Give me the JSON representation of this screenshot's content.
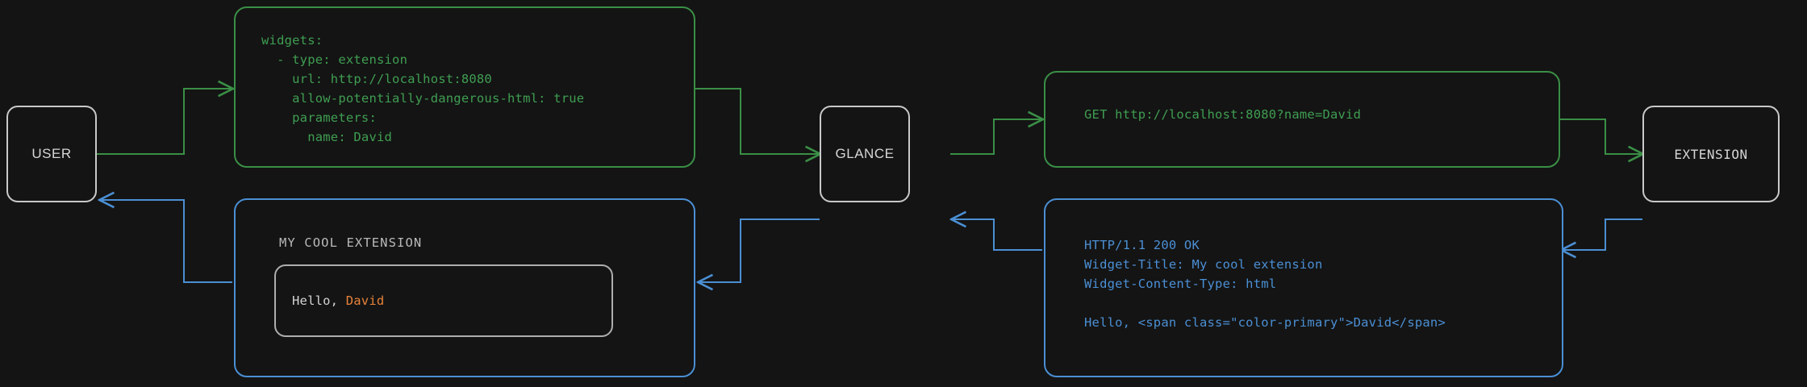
{
  "diagram": {
    "title": "Glance extension widget request flow",
    "background_color": "#141414",
    "colors": {
      "request_flow": "#3a8f46",
      "response_flow": "#4b8fd4",
      "node_border": "#c9c9c9",
      "accent_primary": "#e8833a",
      "widget_border": "#aeaeae"
    }
  },
  "nodes": {
    "user": {
      "label": "USER"
    },
    "glance": {
      "label": "GLANCE"
    },
    "extension": {
      "label": "EXTENSION"
    }
  },
  "panels": {
    "config": {
      "name": "widget-config-yaml",
      "color": "#3a8f46",
      "lines": [
        "widgets:",
        "  - type: extension",
        "    url: http://localhost:8080",
        "    allow-potentially-dangerous-html: true",
        "    parameters:",
        "      name: David"
      ]
    },
    "request": {
      "name": "http-request",
      "color": "#3a8f46",
      "lines": [
        "GET http://localhost:8080?name=David"
      ]
    },
    "response": {
      "name": "http-response",
      "color": "#4b8fd4",
      "lines": [
        "HTTP/1.1 200 OK",
        "Widget-Title: My cool extension",
        "Widget-Content-Type: html",
        "",
        "Hello, <span class=\"color-primary\">David</span>"
      ]
    },
    "rendered_widget": {
      "name": "rendered-widget-preview",
      "color": "#4b8fd4",
      "widget_title": "MY COOL EXTENSION",
      "body_prefix": "Hello, ",
      "body_accent": "David"
    }
  },
  "edges": [
    {
      "from": "user",
      "to": "config",
      "kind": "request",
      "color": "#3a8f46"
    },
    {
      "from": "config",
      "to": "glance",
      "kind": "request",
      "color": "#3a8f46"
    },
    {
      "from": "glance",
      "to": "request",
      "kind": "request",
      "color": "#3a8f46"
    },
    {
      "from": "request",
      "to": "extension",
      "kind": "request",
      "color": "#3a8f46"
    },
    {
      "from": "extension",
      "to": "response",
      "kind": "response",
      "color": "#4b8fd4"
    },
    {
      "from": "response",
      "to": "glance",
      "kind": "response",
      "color": "#4b8fd4"
    },
    {
      "from": "glance",
      "to": "rendered_widget",
      "kind": "response",
      "color": "#4b8fd4"
    },
    {
      "from": "rendered_widget",
      "to": "user",
      "kind": "response",
      "color": "#4b8fd4"
    }
  ]
}
